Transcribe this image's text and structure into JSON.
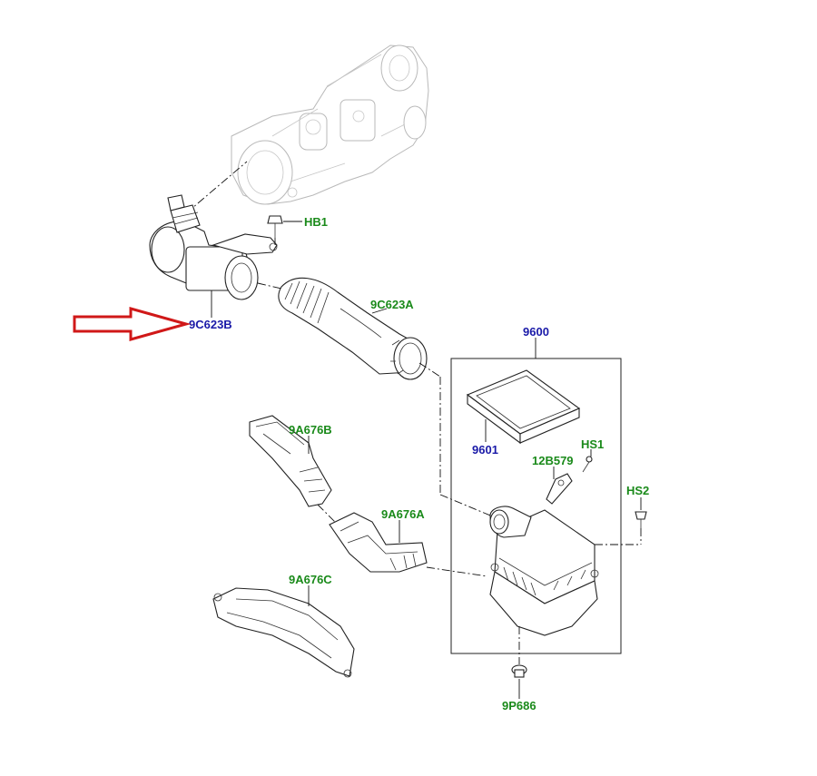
{
  "colors": {
    "part_number_label": "#1a8a1a",
    "assembly_label": "#1a1aa8",
    "highlight_arrow": "#d01818"
  },
  "labels": {
    "hb1": "HB1",
    "p9c623a": "9C623A",
    "p9c623b": "9C623B",
    "p9600": "9600",
    "p9601": "9601",
    "hs1": "HS1",
    "p12b579": "12B579",
    "hs2": "HS2",
    "p9a676b": "9A676B",
    "p9a676a": "9A676A",
    "p9a676c": "9A676C",
    "p9p686": "9P686"
  },
  "highlight": {
    "icon": "red-outline-arrow-icon",
    "points_to": "9C623B"
  }
}
